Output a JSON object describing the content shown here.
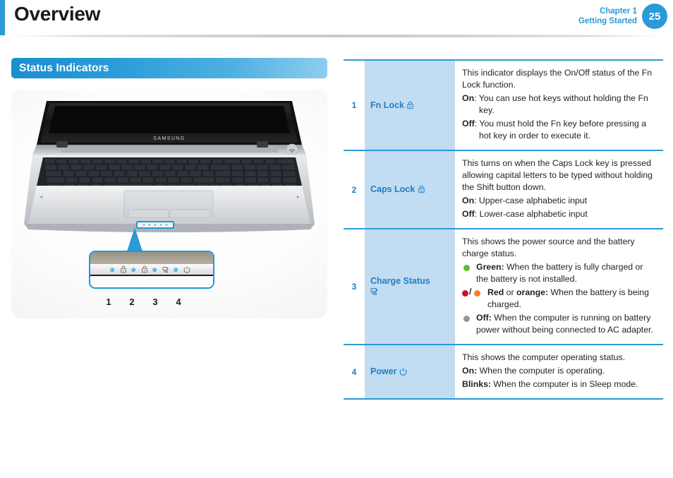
{
  "header": {
    "title": "Overview",
    "chapter_line1": "Chapter 1",
    "chapter_line2": "Getting Started",
    "page_number": "25",
    "accent_color": "#2b9ad6"
  },
  "section": {
    "title": "Status Indicators"
  },
  "illustration": {
    "brand_label": "SAMSUNG",
    "callout_numbers": [
      "1",
      "2",
      "3",
      "4"
    ],
    "callout_icons": [
      "fn-lock-icon",
      "caps-lock-icon",
      "charge-status-icon",
      "power-icon"
    ]
  },
  "colors": {
    "green": "#5cbe2e",
    "red": "#c8102e",
    "orange": "#f58220",
    "gray": "#959595",
    "table_accent": "#2b9ad6",
    "name_cell_bg": "#c2dcf2",
    "link_blue": "#1f7fc0"
  },
  "table": {
    "rows": [
      {
        "num": "1",
        "name": "Fn Lock",
        "icon": "fn-lock-padlock-icon",
        "lines": [
          {
            "kind": "plain",
            "text": "This indicator displays the On/Off status of the Fn Lock function."
          },
          {
            "kind": "hang",
            "label": "On",
            "sep": ": ",
            "text": "You can use hot keys without holding the Fn key."
          },
          {
            "kind": "hang",
            "label": "Off",
            "sep": ": ",
            "text": "You must hold the Fn key before pressing a hot key in order to execute it."
          }
        ]
      },
      {
        "num": "2",
        "name": "Caps Lock",
        "icon": "caps-lock-padlock-icon",
        "lines": [
          {
            "kind": "plain",
            "text": "This turns on when the Caps Lock key is pressed allowing capital letters to be typed without holding the Shift button down."
          },
          {
            "kind": "hang",
            "label": "On",
            "sep": ": ",
            "text": "Upper-case alphabetic input"
          },
          {
            "kind": "hang",
            "label": "Off",
            "sep": ": ",
            "text": "Lower-case alphabetic input"
          }
        ]
      },
      {
        "num": "3",
        "name": "Charge Status",
        "icon": "charge-status-plug-icon",
        "lines": [
          {
            "kind": "plain",
            "text": "This shows the power source and the battery charge status."
          },
          {
            "kind": "bullet",
            "dot": "green",
            "label": "Green:",
            "text": " When the battery is fully charged or the battery is not installed."
          },
          {
            "kind": "bullet2",
            "dot1": "red",
            "dot2": "orange",
            "label": "Red",
            "label_mid": " or ",
            "label2": "orange:",
            "text": " When the battery is being charged."
          },
          {
            "kind": "bullet",
            "dot": "gray",
            "label": "Off:",
            "text": " When the computer is running on battery power without being connected to AC adapter."
          }
        ]
      },
      {
        "num": "4",
        "name": "Power",
        "icon": "power-symbol-icon",
        "lines": [
          {
            "kind": "plain",
            "text": "This shows the computer operating status."
          },
          {
            "kind": "hang",
            "label": "On:",
            "sep": " ",
            "text": "When the computer is operating."
          },
          {
            "kind": "hang",
            "label": "Blinks:",
            "sep": " ",
            "text": "When the computer is in Sleep mode."
          }
        ]
      }
    ]
  }
}
